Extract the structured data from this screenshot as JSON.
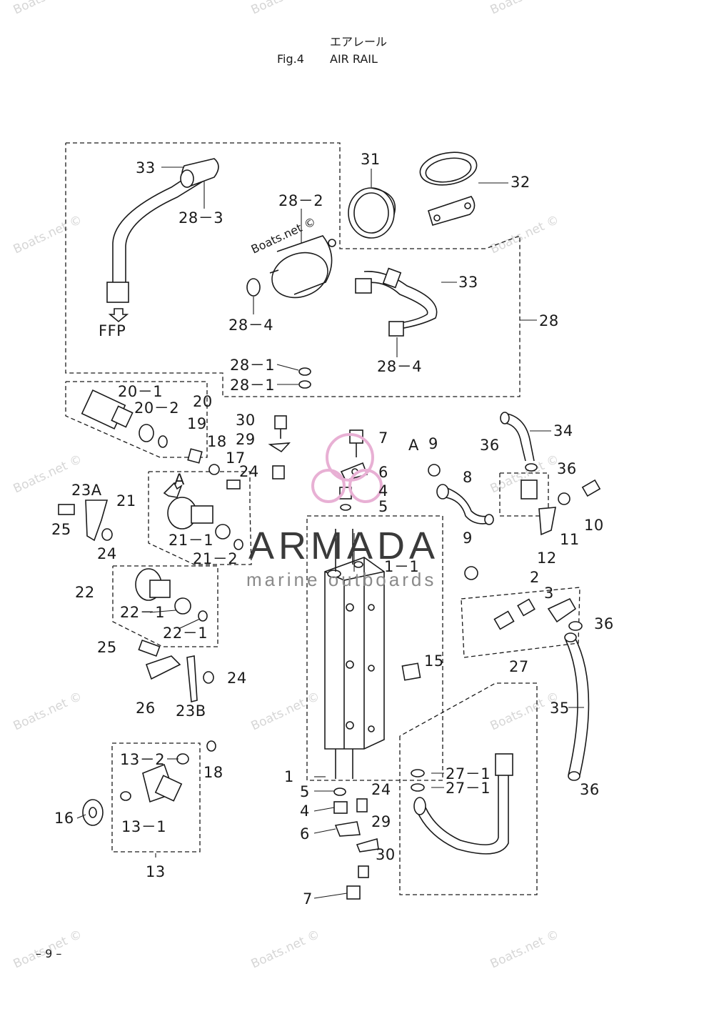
{
  "header": {
    "japanese_title": "エアレール",
    "fig_number": "Fig.4",
    "title": "AIR RAIL"
  },
  "page_number": "– 9 –",
  "watermark": {
    "text": "Boats.net ©",
    "brand": "ARMADA",
    "brand_sub": "marine outboards"
  },
  "flow_label": "FFP",
  "callouts": {
    "c33a": "33",
    "c28_3": "28－3",
    "c28_2": "28－2",
    "c31": "31",
    "c32": "32",
    "c28_4a": "28－4",
    "c33b": "33",
    "c28": "28",
    "c28_4b": "28－4",
    "c28_1a": "28－1",
    "c28_1b": "28－1",
    "c20_1": "20－1",
    "c20_2": "20－2",
    "c20": "20",
    "c19": "19",
    "c18a": "18",
    "c17": "17",
    "c30a": "30",
    "c29a": "29",
    "c24a": "24",
    "c7a": "7",
    "c6a": "6",
    "c4a": "4",
    "c5a": "5",
    "cA1": "A",
    "c9a": "9",
    "c8": "8",
    "c36a": "36",
    "c34": "34",
    "c36b": "36",
    "c10": "10",
    "c11": "11",
    "c12": "12",
    "c23A": "23A",
    "c25a": "25",
    "c24b": "24",
    "c21": "21",
    "cA2": "A",
    "c21_1": "21－1",
    "c21_2": "21－2",
    "c9b": "9",
    "c1_1": "1－1",
    "c2": "2",
    "c3": "3",
    "c36c": "36",
    "c22": "22",
    "c22_1a": "22－1",
    "c22_1b": "22－1",
    "c25b": "25",
    "c24c": "24",
    "c15": "15",
    "c27": "27",
    "c35": "35",
    "c26": "26",
    "c23B": "23B",
    "c13_2": "13－2",
    "c18b": "18",
    "c16": "16",
    "c13_1": "13－1",
    "c13": "13",
    "c1": "1",
    "c5b": "5",
    "c24d": "24",
    "c4b": "4",
    "c29b": "29",
    "c6b": "6",
    "c30b": "30",
    "c7b": "7",
    "c27_1a": "27－1",
    "c27_1b": "27－1",
    "c36d": "36"
  }
}
